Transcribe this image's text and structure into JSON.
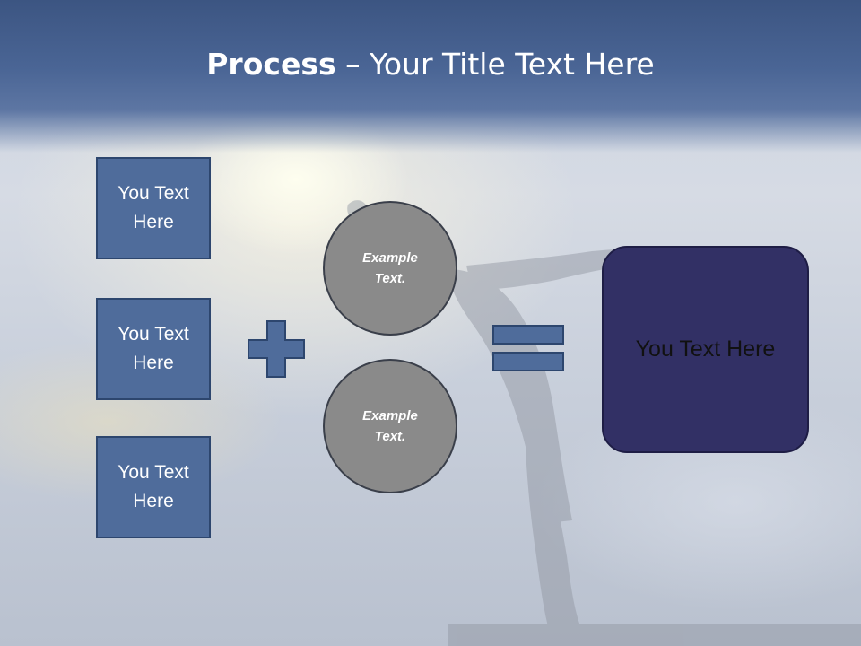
{
  "title": {
    "bold": "Process",
    "rest": " – Your Title Text Here"
  },
  "boxes": [
    {
      "label": "You Text Here"
    },
    {
      "label": "You Text Here"
    },
    {
      "label": "You Text Here"
    }
  ],
  "circles": [
    {
      "label": "Example Text."
    },
    {
      "label": "Example Text."
    }
  ],
  "result": {
    "label": "You Text Here"
  },
  "colors": {
    "header": "#4a6595",
    "box_fill": "#4f6c9b",
    "circle_fill": "#8a8a8a",
    "result_fill": "#323065"
  }
}
